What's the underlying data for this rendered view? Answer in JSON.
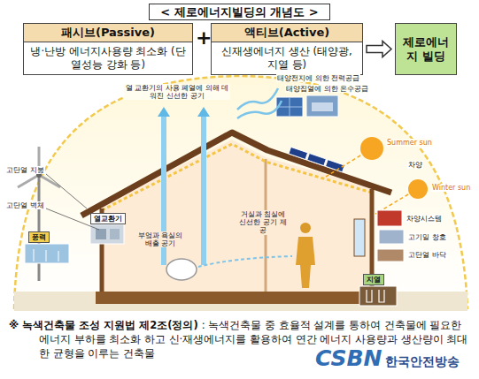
{
  "diagram": {
    "title": "< 제로에너지빌딩의 개념도 >",
    "nodes": [
      {
        "text": [
          "패시브(Passive)",
          "냉·난방 에너지사용량 최소화 (단열성능 강화 등)"
        ]
      },
      {
        "text": [
          "액티브(Active)",
          "신재생에너지 생산 (태양광, 지열 등)"
        ]
      },
      {
        "text": [
          "제로에너지 빌딩"
        ]
      },
      {
        "text": [
          "풍력"
        ]
      },
      {
        "text": [
          "열교환기"
        ]
      },
      {
        "text": [
          "지열"
        ]
      }
    ],
    "edges": [
      {
        "from": 1,
        "to": 2,
        "arrow": "to"
      }
    ],
    "labels": [
      "+",
      "열 교환기의 사용 폐열에 의해 데워진 신선한 공기",
      "태양전지에 의한 전력공급",
      "태양집열에 의한 온수공급",
      "Summer sun",
      "고단열 지붕",
      "차양",
      "고단열 벽체",
      "Winter sun",
      "부엌과 욕실의 배출 공기",
      "거실과 침실에 신선한 공기 제공",
      "차양시스템",
      "고기밀 창호",
      "고단열 바닥",
      "※ 녹색건축물 조성 지원법 제2조(정의)",
      ": 녹색건축물 중 효율적 설계를 통하여 건축물에 필요한 에너지 부하를 최소화 하고 신·재생에너지를 활용하여 연간 에너지 사용량과 생산량이 최대한 균형을 이루는 건축물",
      "CSBN",
      "한국안전방송"
    ]
  }
}
